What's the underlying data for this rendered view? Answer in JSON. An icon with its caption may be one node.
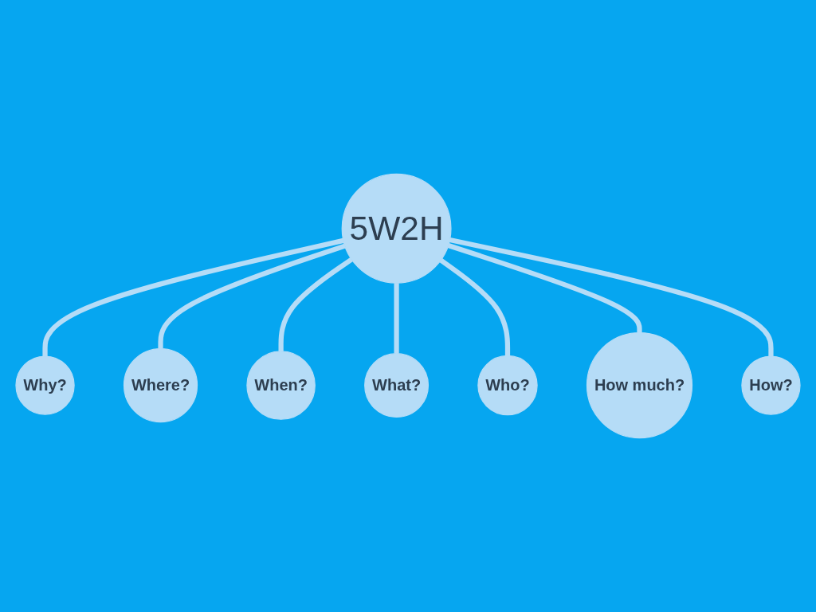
{
  "diagram": {
    "nodes": [
      {
        "text": [
          "5W2H"
        ]
      },
      {
        "text": [
          "Why?"
        ]
      },
      {
        "text": [
          "Where?"
        ]
      },
      {
        "text": [
          "When?"
        ]
      },
      {
        "text": [
          "What?"
        ]
      },
      {
        "text": [
          "Who?"
        ]
      },
      {
        "text": [
          "How much?"
        ]
      },
      {
        "text": [
          "How?"
        ]
      }
    ],
    "edges": [
      {
        "from": 0,
        "to": 1,
        "arrow": "none"
      },
      {
        "from": 0,
        "to": 2,
        "arrow": "none"
      },
      {
        "from": 0,
        "to": 3,
        "arrow": "none"
      },
      {
        "from": 0,
        "to": 4,
        "arrow": "none"
      },
      {
        "from": 0,
        "to": 5,
        "arrow": "none"
      },
      {
        "from": 0,
        "to": 6,
        "arrow": "none"
      },
      {
        "from": 0,
        "to": 7,
        "arrow": "none"
      }
    ]
  }
}
